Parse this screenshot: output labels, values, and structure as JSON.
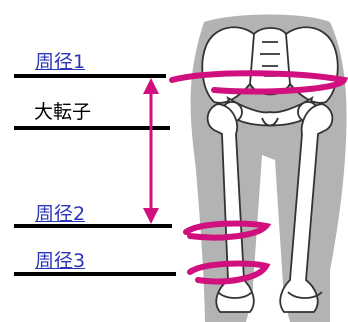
{
  "labels": {
    "circ1": "周径1",
    "trochanter": "大転子",
    "circ2": "周径2",
    "circ3": "周径3"
  },
  "colors": {
    "accent": "#d0107e",
    "link": "#2a35b8",
    "body_fill": "#b3b3b3",
    "bone_fill": "#ffffff",
    "bone_stroke": "#333333",
    "rule": "#000000"
  },
  "icons": {
    "skeleton": "pelvis-femur-illustration",
    "measurement_arrow": "double-headed-arrow"
  }
}
